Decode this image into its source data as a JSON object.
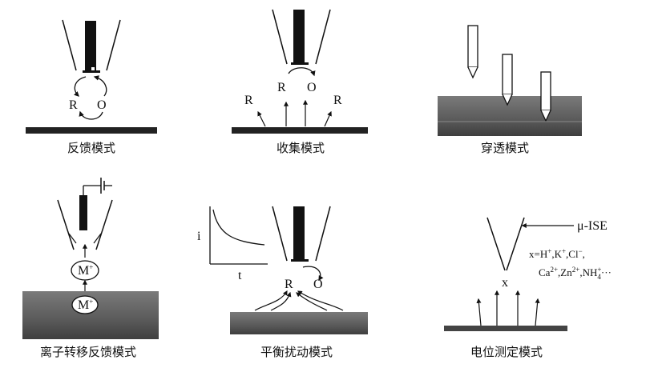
{
  "panels": {
    "feedback": {
      "caption": "反馈模式",
      "r": "R",
      "o": "O"
    },
    "collection": {
      "caption": "收集模式",
      "r": "R",
      "o": "O",
      "r_left": "R",
      "r_right": "R"
    },
    "penetration": {
      "caption": "穿透模式"
    },
    "ion_transfer": {
      "caption": "离子转移反馈模式",
      "ion_top": "M",
      "ion_bottom": "M",
      "charge": "+"
    },
    "equilibrium": {
      "caption": "平衡扰动模式",
      "r": "R",
      "o": "O",
      "axis_y": "i",
      "axis_x": "t"
    },
    "potentiometric": {
      "caption": "电位测定模式",
      "probe_label": "μ-ISE",
      "ion_line1": "x=H",
      "ion_line1_parts": [
        "+",
        ",K",
        "+",
        ",Cl",
        "−",
        ","
      ],
      "ion_line2_parts": [
        "Ca",
        "2+",
        ",Zn",
        "2+",
        ",NH",
        "+",
        "4",
        "···"
      ],
      "x": "x"
    }
  },
  "colors": {
    "ink": "#111111",
    "substrate_dark": "#4a4a4a",
    "substrate_mid": "#6e6e6e"
  }
}
